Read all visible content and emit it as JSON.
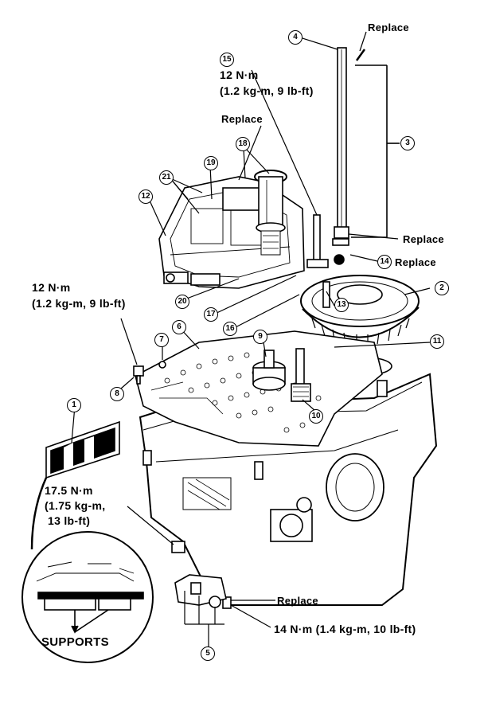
{
  "callouts": {
    "c1": "1",
    "c2": "2",
    "c3": "3",
    "c4": "4",
    "c5": "5",
    "c6": "6",
    "c7": "7",
    "c8": "8",
    "c9": "9",
    "c10": "10",
    "c11": "11",
    "c12": "12",
    "c13": "13",
    "c14": "14",
    "c15": "15",
    "c16": "16",
    "c17": "17",
    "c18": "18",
    "c19": "19",
    "c20": "20",
    "c21": "21"
  },
  "labels": {
    "replace_top": "Replace",
    "torque_15_a": "12 N·m",
    "torque_15_b": "(1.2 kg-m, 9 lb-ft)",
    "replace_18": "Replace",
    "replace_right_a": "Replace",
    "replace_14": "Replace",
    "torque_8_a": "12 N·m",
    "torque_8_b": "(1.2 kg-m, 9 lb-ft)",
    "torque_plug_a": "17.5 N·m",
    "torque_plug_b": "(1.75 kg-m,",
    "torque_plug_c": "13 lb-ft)",
    "replace_bottom": "Replace",
    "torque_5": "14 N·m (1.4 kg-m, 10 lb-ft)",
    "supports": "SUPPORTS"
  }
}
